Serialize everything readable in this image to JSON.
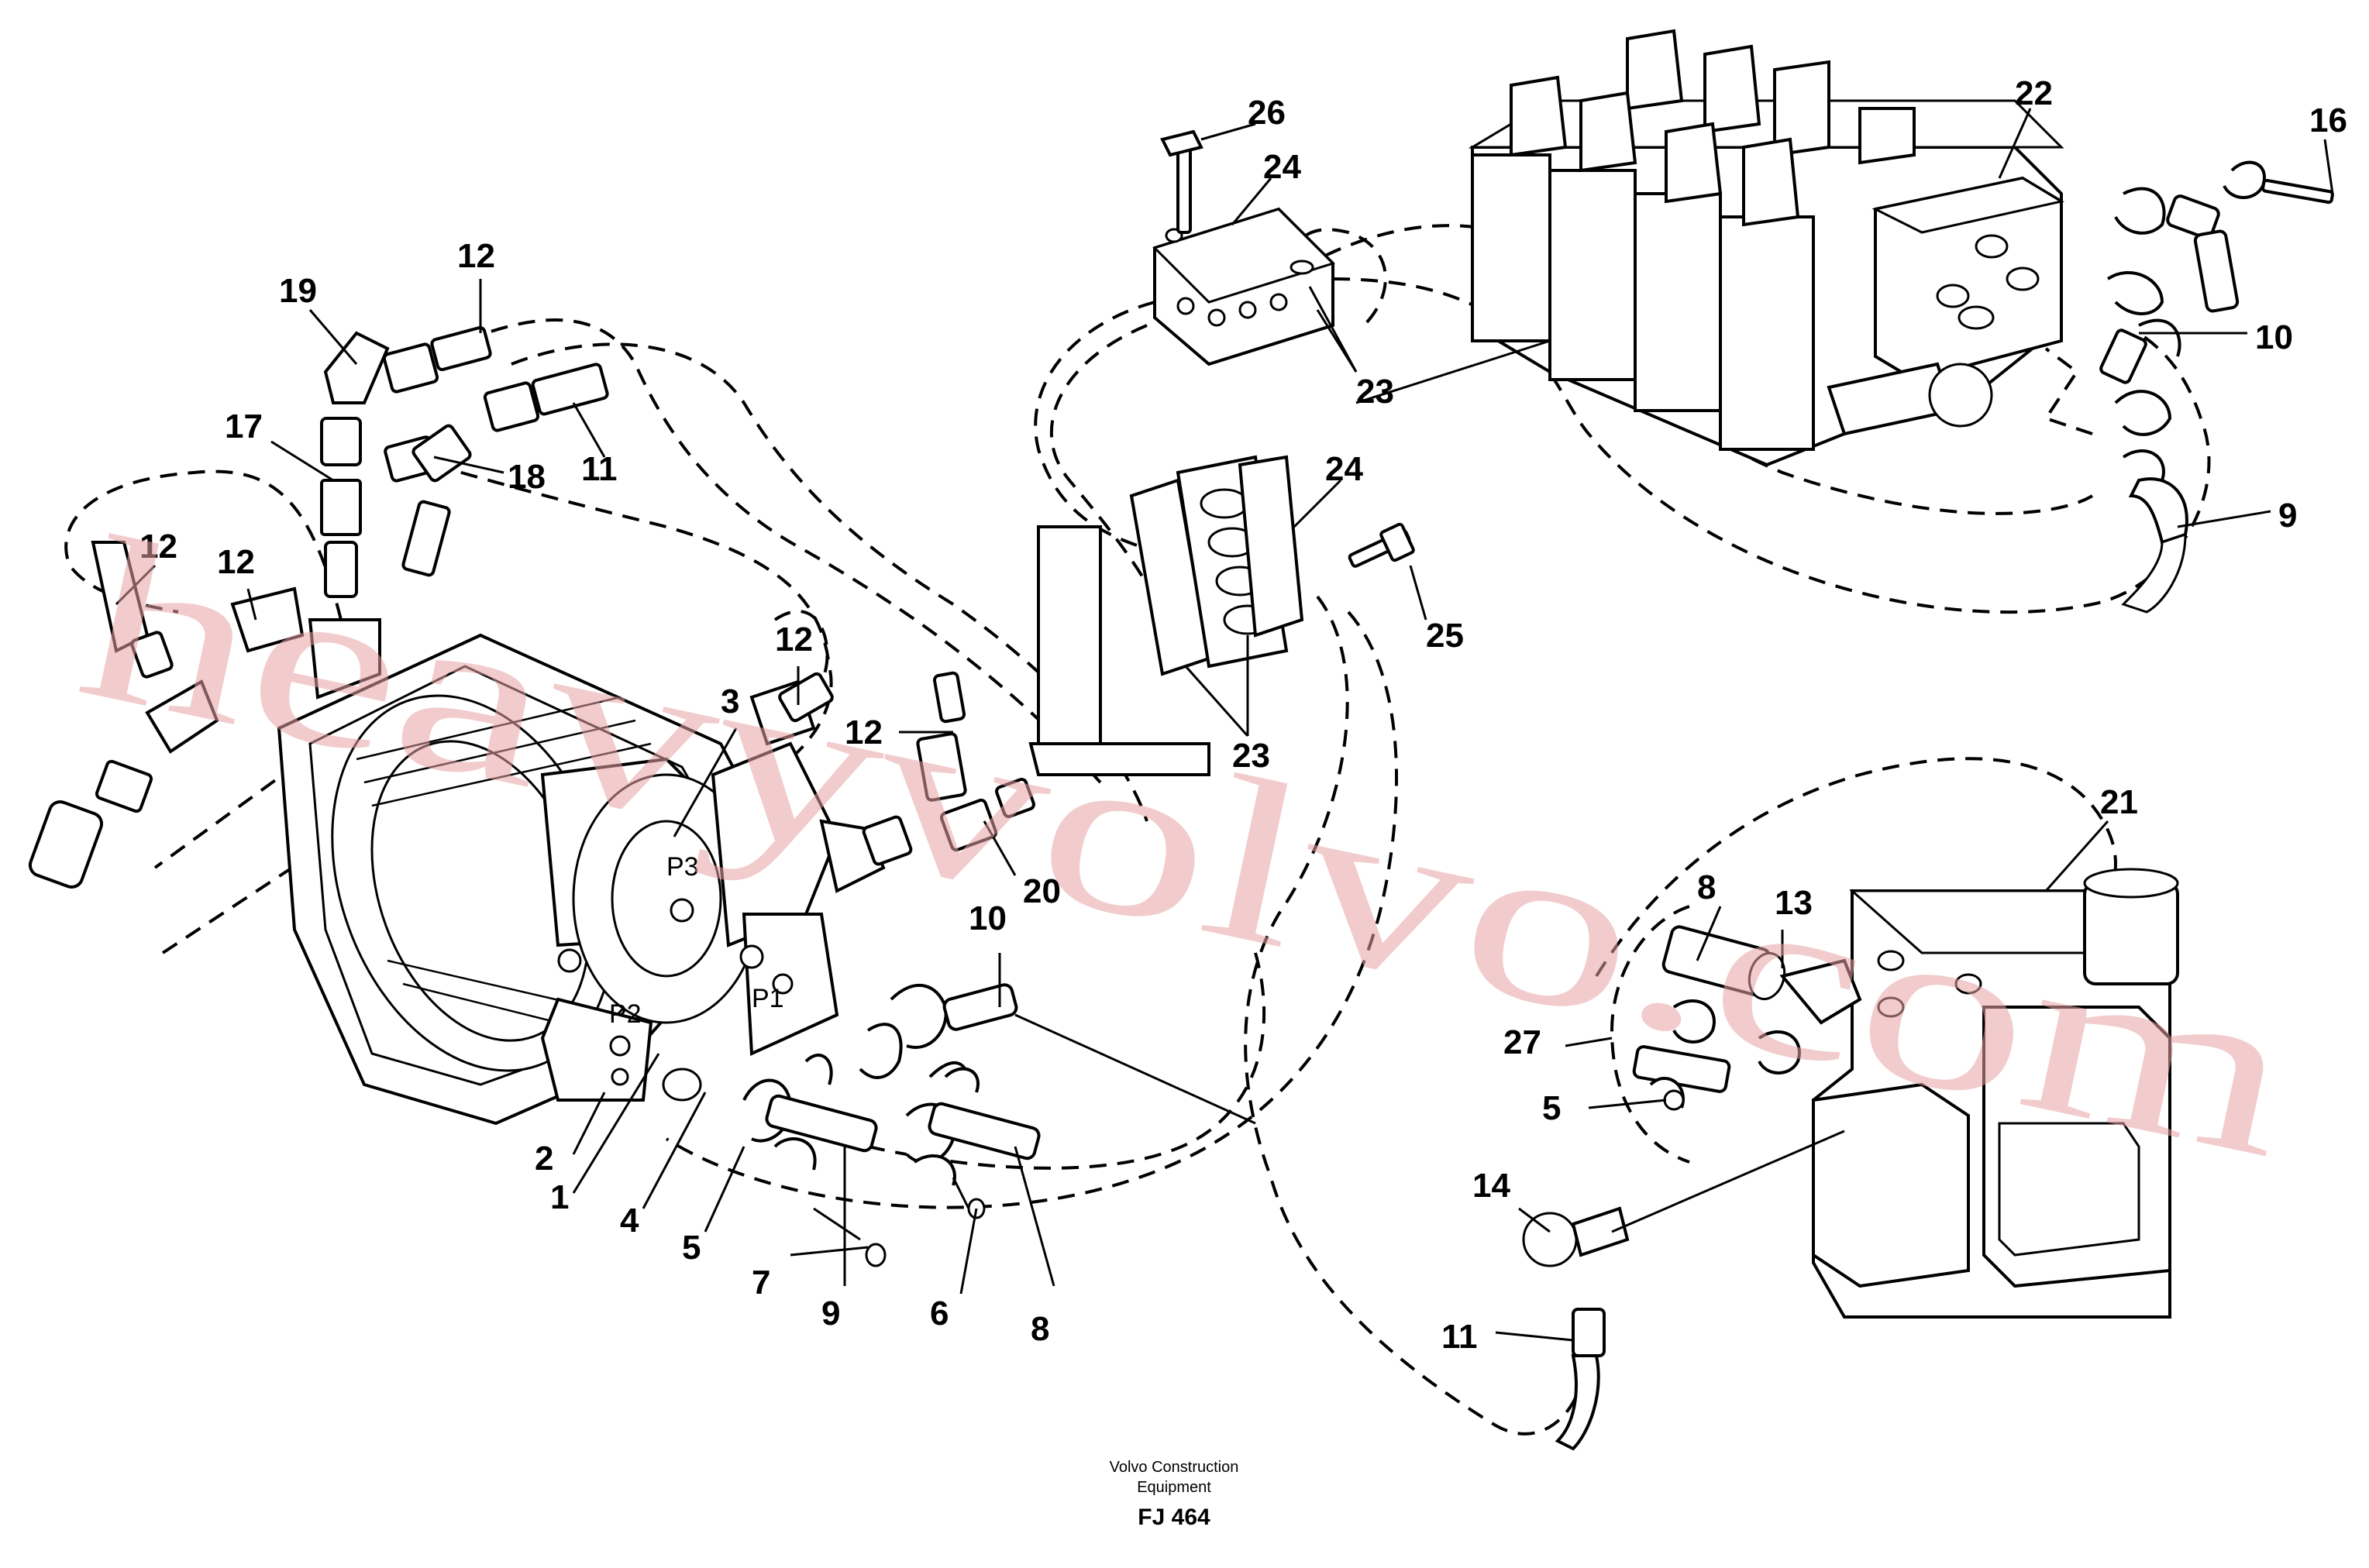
{
  "watermark": "heavyvolvo.com",
  "caption": {
    "line1": "Volvo Construction",
    "line2": "Equipment",
    "code": "FJ 464"
  },
  "port_labels": {
    "p1": "P1",
    "p2": "P2",
    "p3": "P3"
  },
  "callouts": {
    "c1": "1",
    "c2": "2",
    "c3": "3",
    "c4": "4",
    "c5a": "5",
    "c5b": "5",
    "c6": "6",
    "c7": "7",
    "c8a": "8",
    "c8b": "8",
    "c9a": "9",
    "c9b": "9",
    "c10a": "10",
    "c10b": "10",
    "c11a": "11",
    "c11b": "11",
    "c12a": "12",
    "c12b": "12",
    "c12c": "12",
    "c12d": "12",
    "c12e": "12",
    "c13": "13",
    "c14": "14",
    "c16": "16",
    "c17": "17",
    "c18": "18",
    "c19": "19",
    "c20": "20",
    "c21": "21",
    "c22": "22",
    "c23a": "23",
    "c23b": "23",
    "c24a": "24",
    "c24b": "24",
    "c25": "25",
    "c26": "26",
    "c27": "27"
  }
}
